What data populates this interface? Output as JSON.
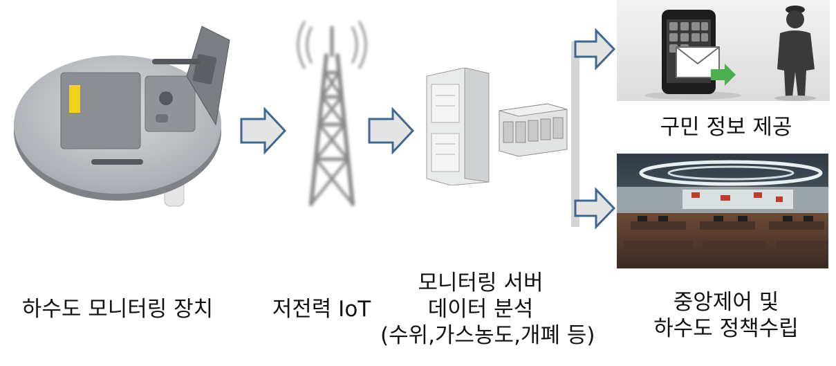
{
  "stages": {
    "device": {
      "label": "하수도 모니터링 장치"
    },
    "network": {
      "label": "저전력 IoT"
    },
    "server": {
      "lines": [
        "모니터링 서버",
        "데이터 분석",
        "(수위,가스농도,개폐 등)"
      ]
    },
    "info": {
      "label": "구민 정보 제공"
    },
    "control": {
      "lines": [
        "중앙제어 및",
        "하수도 정책수립"
      ]
    }
  },
  "icons": {
    "device_image": "manhole-sensor-image",
    "tower_image": "antenna-tower-image",
    "server_image": "server-cabinet-image",
    "phone_image": "smartphone-notification-image",
    "person_image": "person-image",
    "control_room_image": "control-room-image",
    "arrow": "right-arrow-icon"
  },
  "colors": {
    "arrow_fill": "#e4e4e4",
    "arrow_stroke": "#3f6891",
    "connector": "#d6d6d6"
  }
}
